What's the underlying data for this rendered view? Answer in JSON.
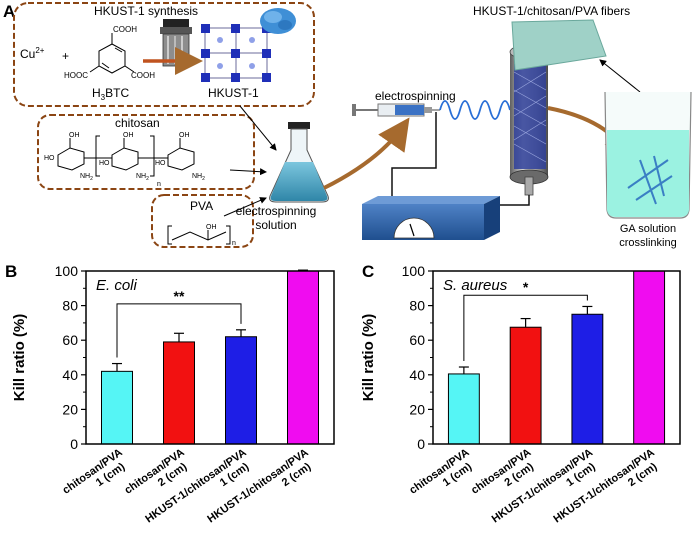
{
  "panel_a": {
    "letter": "A",
    "synthesis_title": "HKUST-1 synthesis",
    "cu": "Cu",
    "cu_charge": "2+",
    "plus": "+",
    "cooh_top": "COOH",
    "hooc_left": "HOOC",
    "cooh_right": "COOH",
    "h3btc_h": "H",
    "h3btc_3": "3",
    "h3btc_btc": "BTC",
    "hkust_label": "HKUST-1",
    "chitosan_label": "chitosan",
    "oh": "OH",
    "ho": "HO",
    "nh2": "NH",
    "sub2": "2",
    "n": "n",
    "pva_label": "PVA",
    "solution_line1": "electrospinning",
    "solution_line2": "solution",
    "electrospinning_label": "electrospinning",
    "fibers_label": "HKUST-1/chitosan/PVA fibers",
    "ga_line1": "GA solution",
    "ga_line2": "crosslinking"
  },
  "colors": {
    "dashed_box": "#8B4513",
    "arrow": "#A66A2E",
    "bar_cyan": "#55F5F5",
    "bar_red": "#F21111",
    "bar_blue": "#1E1EE6",
    "bar_magenta": "#F00CF0",
    "beaker_liquid": "#9BF2E1",
    "flask_liquid": "#4AA8C8"
  },
  "chart_data": [
    {
      "type": "bar",
      "panel": "B",
      "title": "E. coli",
      "xlabel": "",
      "ylabel": "Kill ratio (%)",
      "ylim": [
        0,
        100
      ],
      "yticks": [
        "0",
        "20",
        "40",
        "60",
        "80",
        "100"
      ],
      "categories": [
        {
          "line1": "chitosan/PVA",
          "line2": "1 (cm)"
        },
        {
          "line1": "chitosan/PVA",
          "line2": "2 (cm)"
        },
        {
          "line1": "HKUST-1/chitosan/PVA",
          "line2": "1 (cm)"
        },
        {
          "line1": "HKUST-1/chitosan/PVA",
          "line2": "2 (cm)"
        }
      ],
      "values": [
        42,
        59,
        62,
        100
      ],
      "errors": [
        4.5,
        5,
        4,
        0.5
      ],
      "bar_colors": [
        "#55F5F5",
        "#F21111",
        "#1E1EE6",
        "#F00CF0"
      ],
      "significance": {
        "from": 0,
        "to": 2,
        "label": "**",
        "level": 81
      }
    },
    {
      "type": "bar",
      "panel": "C",
      "title": "S. aureus",
      "xlabel": "",
      "ylabel": "Kill ratio (%)",
      "ylim": [
        0,
        100
      ],
      "yticks": [
        "0",
        "20",
        "40",
        "60",
        "80",
        "100"
      ],
      "categories": [
        {
          "line1": "chitosan/PVA",
          "line2": "1 (cm)"
        },
        {
          "line1": "chitosan/PVA",
          "line2": "2 (cm)"
        },
        {
          "line1": "HKUST-1/chitosan/PVA",
          "line2": "1 (cm)"
        },
        {
          "line1": "HKUST-1/chitosan/PVA",
          "line2": "2 (cm)"
        }
      ],
      "values": [
        40.5,
        67.5,
        75,
        100
      ],
      "errors": [
        4,
        5,
        4.5,
        0
      ],
      "bar_colors": [
        "#55F5F5",
        "#F21111",
        "#1E1EE6",
        "#F00CF0"
      ],
      "significance": {
        "from": 0,
        "to": 2,
        "label": "*",
        "level": 86
      }
    }
  ]
}
